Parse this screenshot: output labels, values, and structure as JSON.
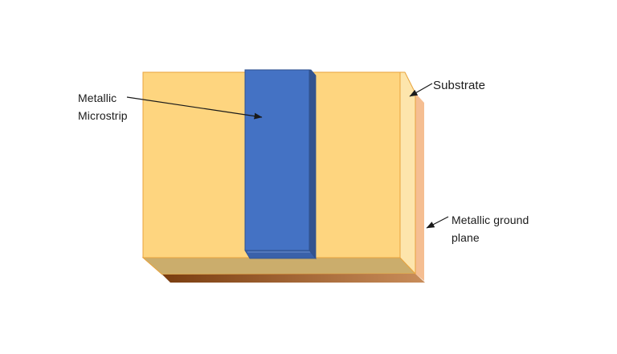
{
  "diagram": {
    "name": "microstrip-transmission-line-diagram",
    "labels": {
      "microstrip": {
        "line1": "Metallic",
        "line2": "Microstrip"
      },
      "substrate": {
        "text": "Substrate"
      },
      "ground_plane": {
        "line1": "Metallic ground",
        "line2": "plane"
      }
    },
    "colors": {
      "background": "#ffffff",
      "text": "#1b1b1b",
      "arrow": "#1a1a1a",
      "substrate_front": "#FED57F",
      "substrate_side": "#FDE5AC",
      "substrate_bottom": "#CBAD6C",
      "substrate_outline": "#E8A33D",
      "microstrip_front": "#4472C4",
      "microstrip_side": "#33538F",
      "microstrip_bottom": "#3A61A9",
      "microstrip_outline": "#2F528F",
      "microstrip_bevel_highlight": "#6C8FD0",
      "ground_side": "#F5BE92",
      "ground_bottom_dark": "#7A3D10",
      "ground_bottom_light": "#C98D5A"
    }
  }
}
